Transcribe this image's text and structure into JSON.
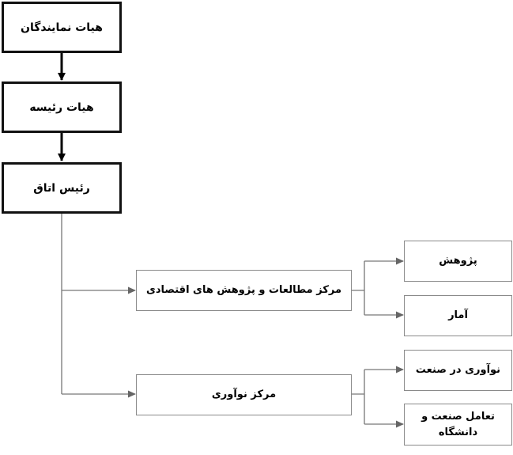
{
  "chart_data": {
    "type": "org-chart",
    "nodes": [
      {
        "id": "board_representatives",
        "label": "هیات نمایندگان"
      },
      {
        "id": "board_directors",
        "label": "هیات رئیسه"
      },
      {
        "id": "chamber_president",
        "label": "رئیس اتاق"
      },
      {
        "id": "econ_research_center",
        "label": "مرکز مطالعات و پژوهش های اقتصادی"
      },
      {
        "id": "innovation_center",
        "label": "مرکز نوآوری"
      },
      {
        "id": "research",
        "label": "پژوهش"
      },
      {
        "id": "statistics",
        "label": "آمار"
      },
      {
        "id": "industry_innovation",
        "label": "نوآوری در صنعت"
      },
      {
        "id": "industry_university",
        "label": "تعامل صنعت و دانشگاه"
      }
    ],
    "edges": [
      [
        "board_representatives",
        "board_directors"
      ],
      [
        "board_directors",
        "chamber_president"
      ],
      [
        "chamber_president",
        "econ_research_center"
      ],
      [
        "chamber_president",
        "innovation_center"
      ],
      [
        "econ_research_center",
        "research"
      ],
      [
        "econ_research_center",
        "statistics"
      ],
      [
        "innovation_center",
        "industry_innovation"
      ],
      [
        "innovation_center",
        "industry_university"
      ]
    ]
  }
}
